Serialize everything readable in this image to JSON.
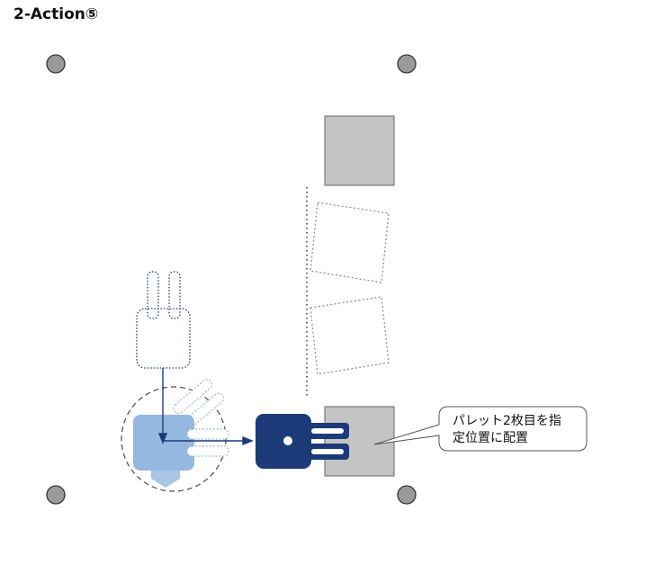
{
  "title": "2-Action⑤",
  "callout": {
    "line1": "パレット2枚目を指",
    "line2": "定位置に配置"
  },
  "colors": {
    "gripper_dark": "#1c3a78",
    "gripper_light": "#94b8e0",
    "pallet_gray": "#c4c4c4",
    "fixture_pin": "#9a9a9a",
    "outline_dotted": "#888888"
  }
}
